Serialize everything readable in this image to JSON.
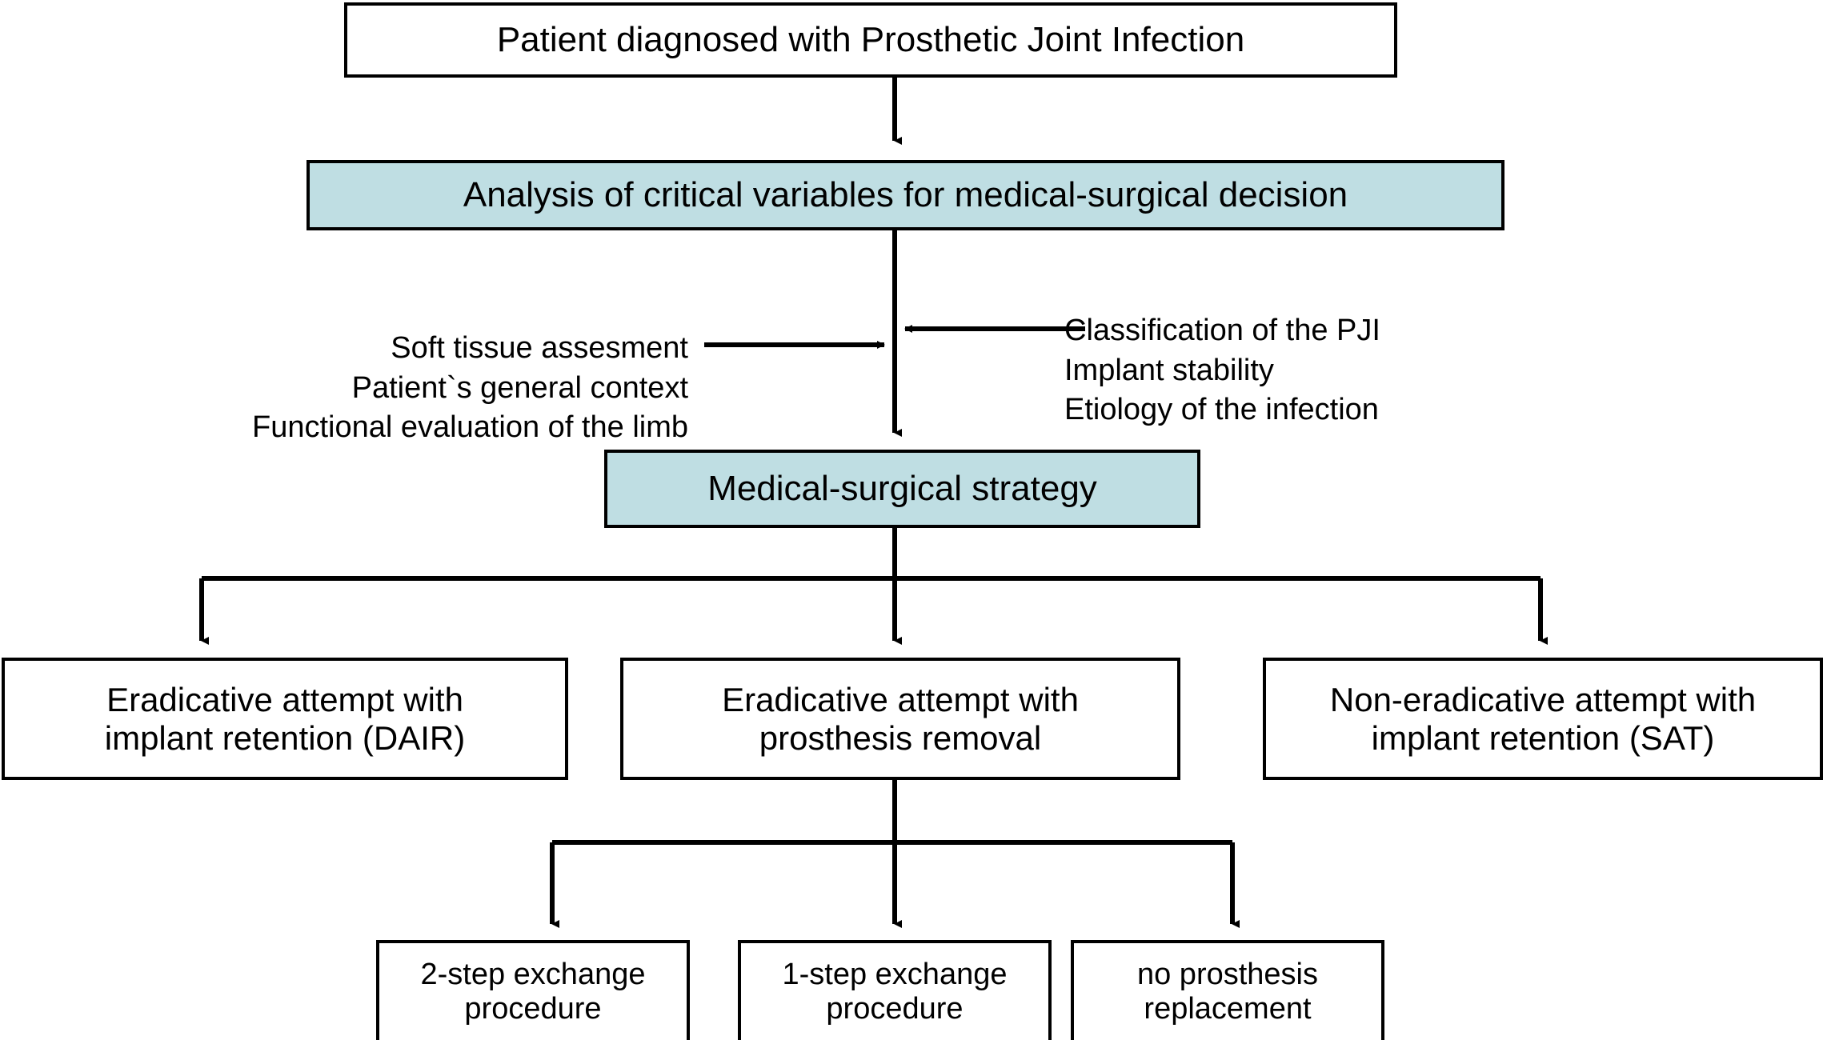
{
  "diagram": {
    "title": "Medical-surgical decision algorithm for Prosthetic Joint Infection",
    "colors": {
      "accent": "#bfdee3",
      "stroke": "#000000",
      "background": "#ffffff",
      "text": "#000000"
    },
    "nodes": {
      "diagnosis": "Patient diagnosed with Prosthetic Joint Infection",
      "analysis": "Analysis of critical variables for medical-surgical decision",
      "strategy": "Medical-surgical strategy",
      "dair": "Eradicative attempt with\nimplant retention (DAIR)",
      "removal": "Eradicative attempt with\nprosthesis removal",
      "sat": "Non-eradicative attempt with\nimplant retention (SAT)",
      "two_step": "2-step exchange\nprocedure",
      "one_step": "1-step exchange\nprocedure",
      "no_replacement": "no prosthesis\nreplacement"
    },
    "notes": {
      "left": "Soft tissue assesment\nPatient`s general context\nFunctional evaluation of the limb",
      "right": "Classification of the PJI\nImplant stability\nEtiology of the infection"
    },
    "edges": [
      {
        "from": "diagnosis",
        "to": "analysis",
        "type": "arrow-down"
      },
      {
        "from": "note-left",
        "to": "analysis-trunk",
        "type": "arrow-right"
      },
      {
        "from": "note-right",
        "to": "analysis-trunk",
        "type": "arrow-left"
      },
      {
        "from": "analysis",
        "to": "strategy",
        "type": "arrow-down"
      },
      {
        "from": "strategy",
        "to": "dair",
        "type": "elbow-arrow-down"
      },
      {
        "from": "strategy",
        "to": "removal",
        "type": "arrow-down"
      },
      {
        "from": "strategy",
        "to": "sat",
        "type": "elbow-arrow-down"
      },
      {
        "from": "removal",
        "to": "two_step",
        "type": "elbow-arrow-down"
      },
      {
        "from": "removal",
        "to": "one_step",
        "type": "arrow-down"
      },
      {
        "from": "removal",
        "to": "no_replacement",
        "type": "elbow-arrow-down"
      }
    ]
  }
}
